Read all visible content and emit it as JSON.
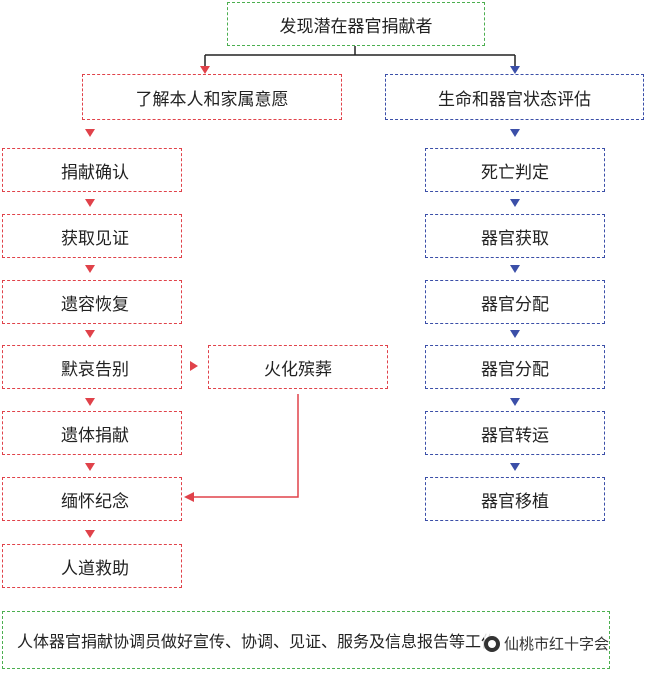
{
  "top": "发现潜在器官捐献者",
  "left_header": "了解本人和家属意愿",
  "right_header": "生命和器官状态评估",
  "left_steps": [
    "捐献确认",
    "获取见证",
    "遗容恢复",
    "默哀告别",
    "遗体捐献",
    "缅怀纪念",
    "人道救助"
  ],
  "side_step": "火化殡葬",
  "right_steps": [
    "死亡判定",
    "器官获取",
    "器官分配",
    "器官分配",
    "器官转运",
    "器官移植"
  ],
  "footer": "人体器官捐献协调员做好宣传、协调、见证、服务及信息报告等工作",
  "watermark": "仙桃市红十字会",
  "colors": {
    "green": "#4caf50",
    "red": "#e0424a",
    "blue": "#3b4fa8"
  }
}
